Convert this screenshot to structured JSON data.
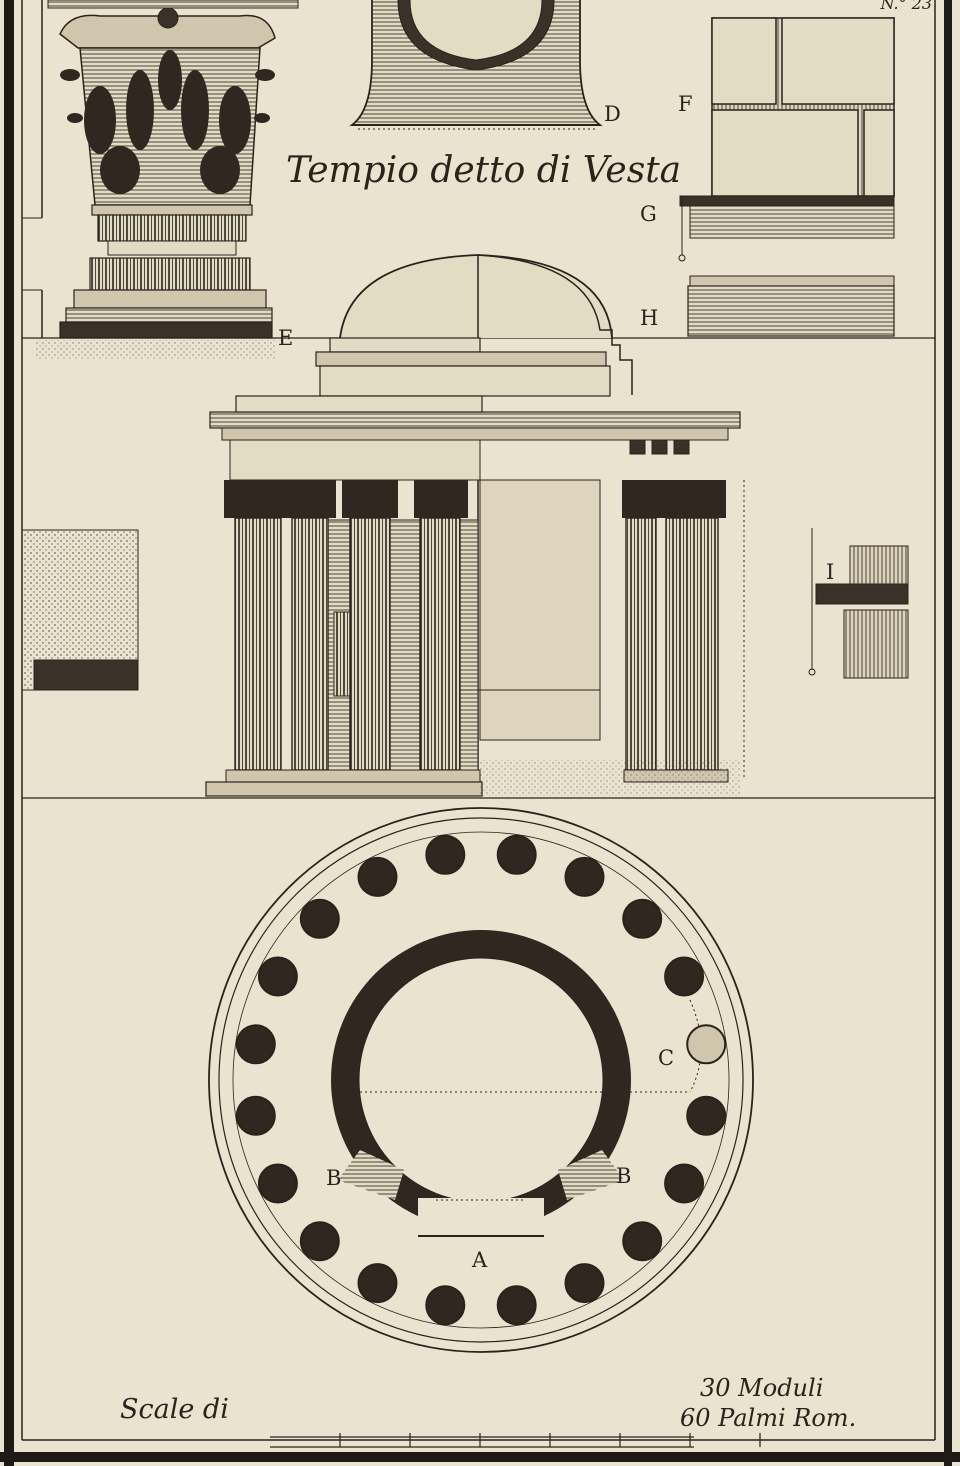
{
  "plate": {
    "number": "N.° 23",
    "title": "Tempio detto di Vesta",
    "labels": {
      "A": "A",
      "B_left": "B",
      "B_right": "B",
      "C": "C",
      "D": "D",
      "E": "E",
      "F": "F",
      "G": "G",
      "H": "H",
      "I": "I"
    },
    "scale": {
      "prefix": "Scale di",
      "upper": "30 Moduli",
      "lower": "60 Palmi Rom."
    }
  },
  "colors": {
    "paper": "#e9e3cf",
    "ink": "#2a231c",
    "border": "#1f1a15"
  }
}
